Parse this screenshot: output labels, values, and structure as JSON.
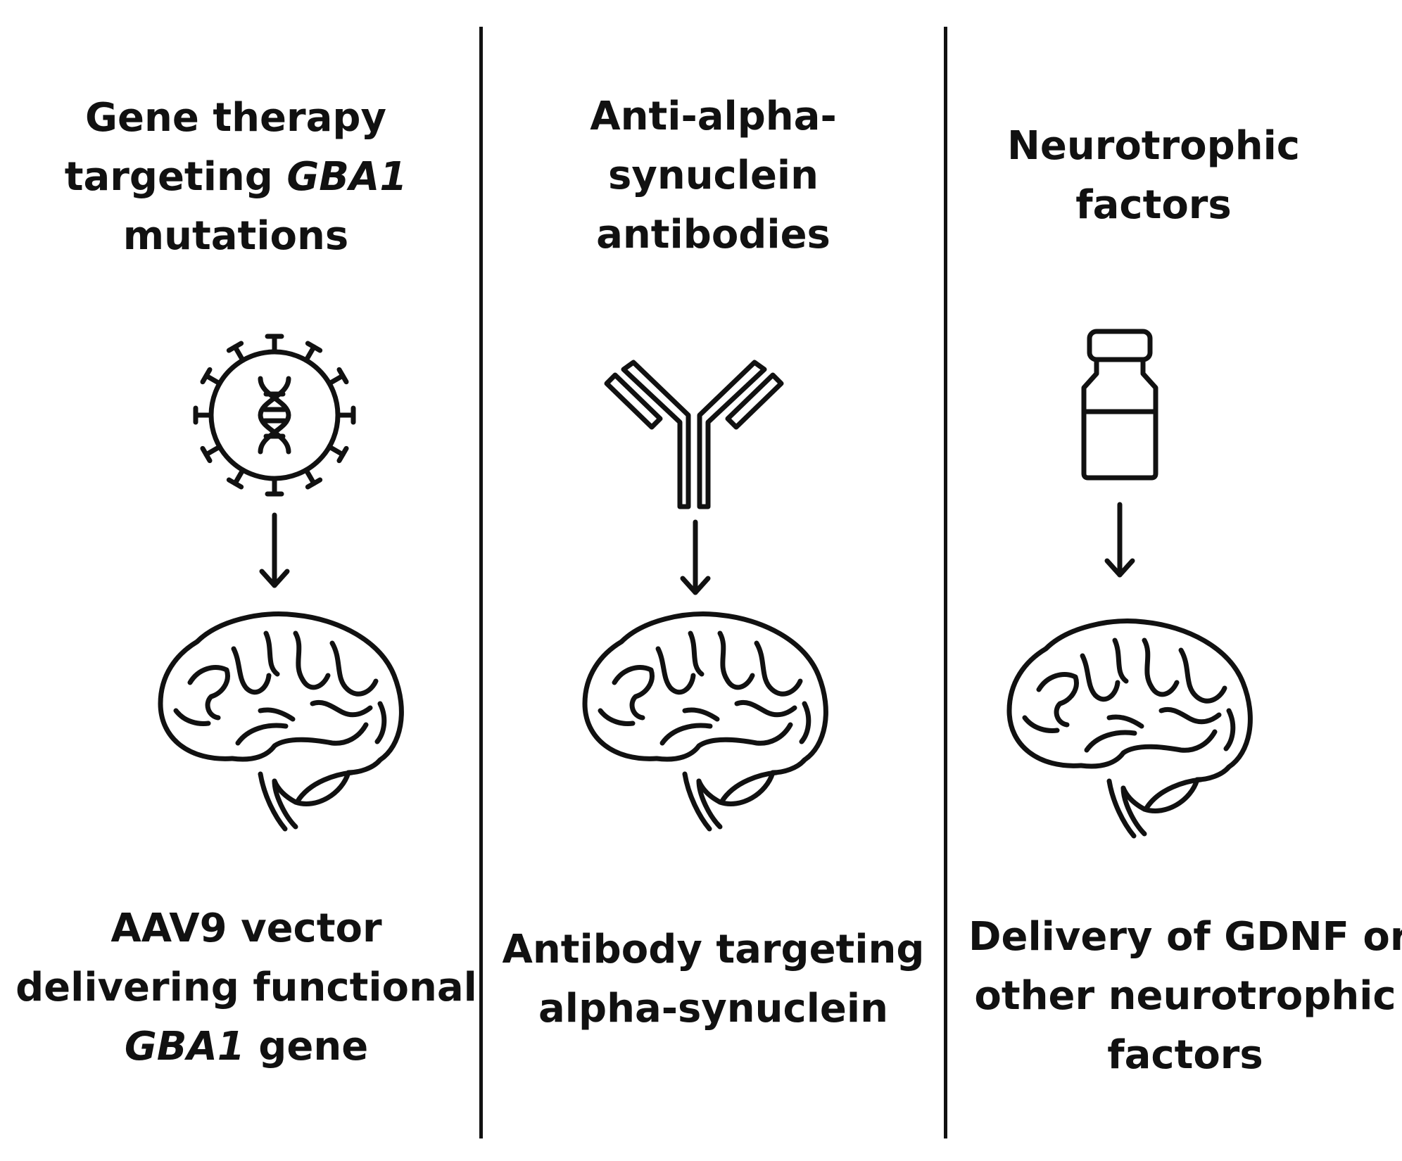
{
  "panels": [
    {
      "title_lines": [
        {
          "parts": [
            {
              "text": "Gene therapy",
              "italic": false
            }
          ]
        },
        {
          "parts": [
            {
              "text": "targeting ",
              "italic": false
            },
            {
              "text": "GBA1",
              "italic": true
            }
          ]
        },
        {
          "parts": [
            {
              "text": "mutations",
              "italic": false
            }
          ]
        }
      ],
      "icon": "virus-dna-icon",
      "caption_lines": [
        {
          "parts": [
            {
              "text": "AAV9 vector",
              "italic": false
            }
          ]
        },
        {
          "parts": [
            {
              "text": "delivering functional",
              "italic": false
            }
          ]
        },
        {
          "parts": [
            {
              "text": "GBA1",
              "italic": true
            },
            {
              "text": " gene",
              "italic": false
            }
          ]
        }
      ]
    },
    {
      "title_lines": [
        {
          "parts": [
            {
              "text": "Anti-alpha-",
              "italic": false
            }
          ]
        },
        {
          "parts": [
            {
              "text": "synuclein",
              "italic": false
            }
          ]
        },
        {
          "parts": [
            {
              "text": "antibodies",
              "italic": false
            }
          ]
        }
      ],
      "icon": "antibody-icon",
      "caption_lines": [
        {
          "parts": [
            {
              "text": "Antibody targeting",
              "italic": false
            }
          ]
        },
        {
          "parts": [
            {
              "text": "alpha-synuclein",
              "italic": false
            }
          ]
        }
      ]
    },
    {
      "title_lines": [
        {
          "parts": [
            {
              "text": "Neurotrophic",
              "italic": false
            }
          ]
        },
        {
          "parts": [
            {
              "text": "factors",
              "italic": false
            }
          ]
        }
      ],
      "icon": "vial-icon",
      "caption_lines": [
        {
          "parts": [
            {
              "text": "Delivery of GDNF or",
              "italic": false
            }
          ]
        },
        {
          "parts": [
            {
              "text": "other neurotrophic",
              "italic": false
            }
          ]
        },
        {
          "parts": [
            {
              "text": "factors",
              "italic": false
            }
          ]
        }
      ]
    }
  ]
}
